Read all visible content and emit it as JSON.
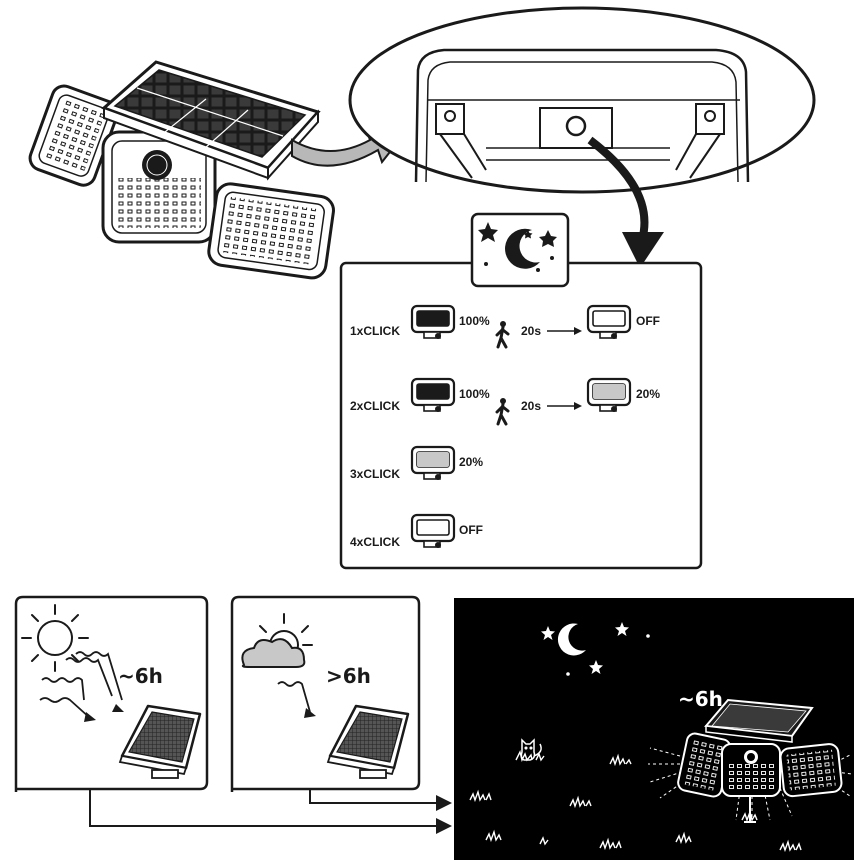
{
  "modes": [
    {
      "click": "1xCLICK",
      "level_start": "100%",
      "delay": "20s",
      "level_end": "OFF"
    },
    {
      "click": "2xCLICK",
      "level_start": "100%",
      "delay": "20s",
      "level_end": "20%"
    },
    {
      "click": "3xCLICK",
      "level_start": "20%"
    },
    {
      "click": "4xCLICK",
      "level_start": "OFF"
    }
  ],
  "charging": {
    "sunny": {
      "duration": "~6h"
    },
    "cloudy": {
      "duration": ">6h"
    },
    "night": {
      "duration": "~6h"
    }
  },
  "colors": {
    "ink": "#1a1a1a",
    "panel_dark": "#222222",
    "night_bg": "#000000"
  }
}
